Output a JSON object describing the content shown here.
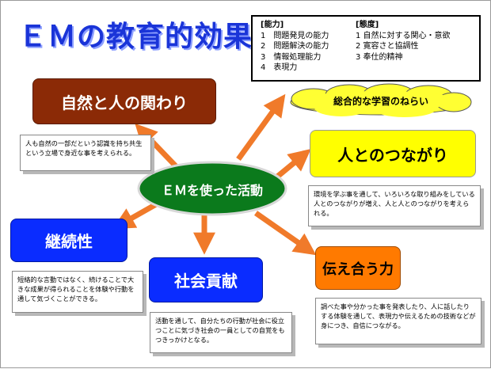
{
  "title": "ＥＭの教育的効果",
  "goals": {
    "abilities_header": "[能力]",
    "abilities": [
      "1　問題発見の能力",
      "2　問題解決の能力",
      "3　情報処理能力",
      "4　表現力"
    ],
    "attitudes_header": "[態度]",
    "attitudes": [
      "1 自然に対する関心・意欲",
      "2 寛容さと協調性",
      "3 奉仕的精神"
    ]
  },
  "cloud_label": "総合的な学習のねらい",
  "center_label": "ＥＭを使った活動",
  "nodes": {
    "nature": "自然と人の関わり",
    "connection": "人とのつながり",
    "continuity": "継続性",
    "society": "社会貢献",
    "communicate": "伝え合う力"
  },
  "notes": {
    "nature": "人も自然の一部だという認識を持ち共生という立場で身近な事を考えられる。",
    "connection": "環境を学ぶ事を通して、いろいろな取り組みをしている人とのつながりが増え、人と人とのつながりを考えられる。",
    "continuity": "短絡的な言動ではなく、続けることで大きな成果が得られることを体験や行動を通して気づくことができる。",
    "society": "活動を通して、自分たちの行動が社会に役立つことに気づき社会の一員としての自覚をもつきっかけとなる。",
    "communicate": "調べた事や分かった事を発表したり、人に話したりする体験を通して、表現力や伝えるための技術などが身につき、自信につながる。"
  },
  "colors": {
    "title": "#1a34d8",
    "center_fill": "#0b7a1c",
    "nature_fill": "#8b2a06",
    "connection_fill": "#ffff00",
    "continuity_fill": "#0a2cff",
    "society_fill": "#0a2cff",
    "communicate_fill": "#ff7a00",
    "arrow": "#f07a2a",
    "cloud": "#ffff33"
  }
}
